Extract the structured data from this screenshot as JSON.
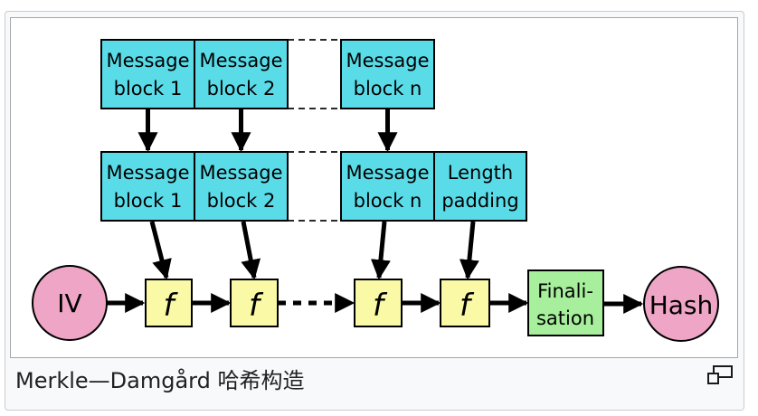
{
  "caption": "Merkle—Damgård 哈希构造",
  "icons": {
    "magnify": "magnify-icon"
  },
  "colors": {
    "message_block": "#5adce8",
    "compression_fn": "#f9f9a6",
    "finalisation": "#a7ef9c",
    "endpoint": "#efa6c6"
  },
  "diagram": {
    "top_row": [
      {
        "line1": "Message",
        "line2": "block 1"
      },
      {
        "line1": "Message",
        "line2": "block 2"
      },
      {
        "line1": "Message",
        "line2": "block n"
      }
    ],
    "middle_row": [
      {
        "line1": "Message",
        "line2": "block 1"
      },
      {
        "line1": "Message",
        "line2": "block 2"
      },
      {
        "line1": "Message",
        "line2": "block n"
      },
      {
        "line1": "Length",
        "line2": "padding"
      }
    ],
    "iv": "IV",
    "f": "f",
    "finalisation": {
      "line1": "Finali-",
      "line2": "sation"
    },
    "hash": "Hash"
  }
}
